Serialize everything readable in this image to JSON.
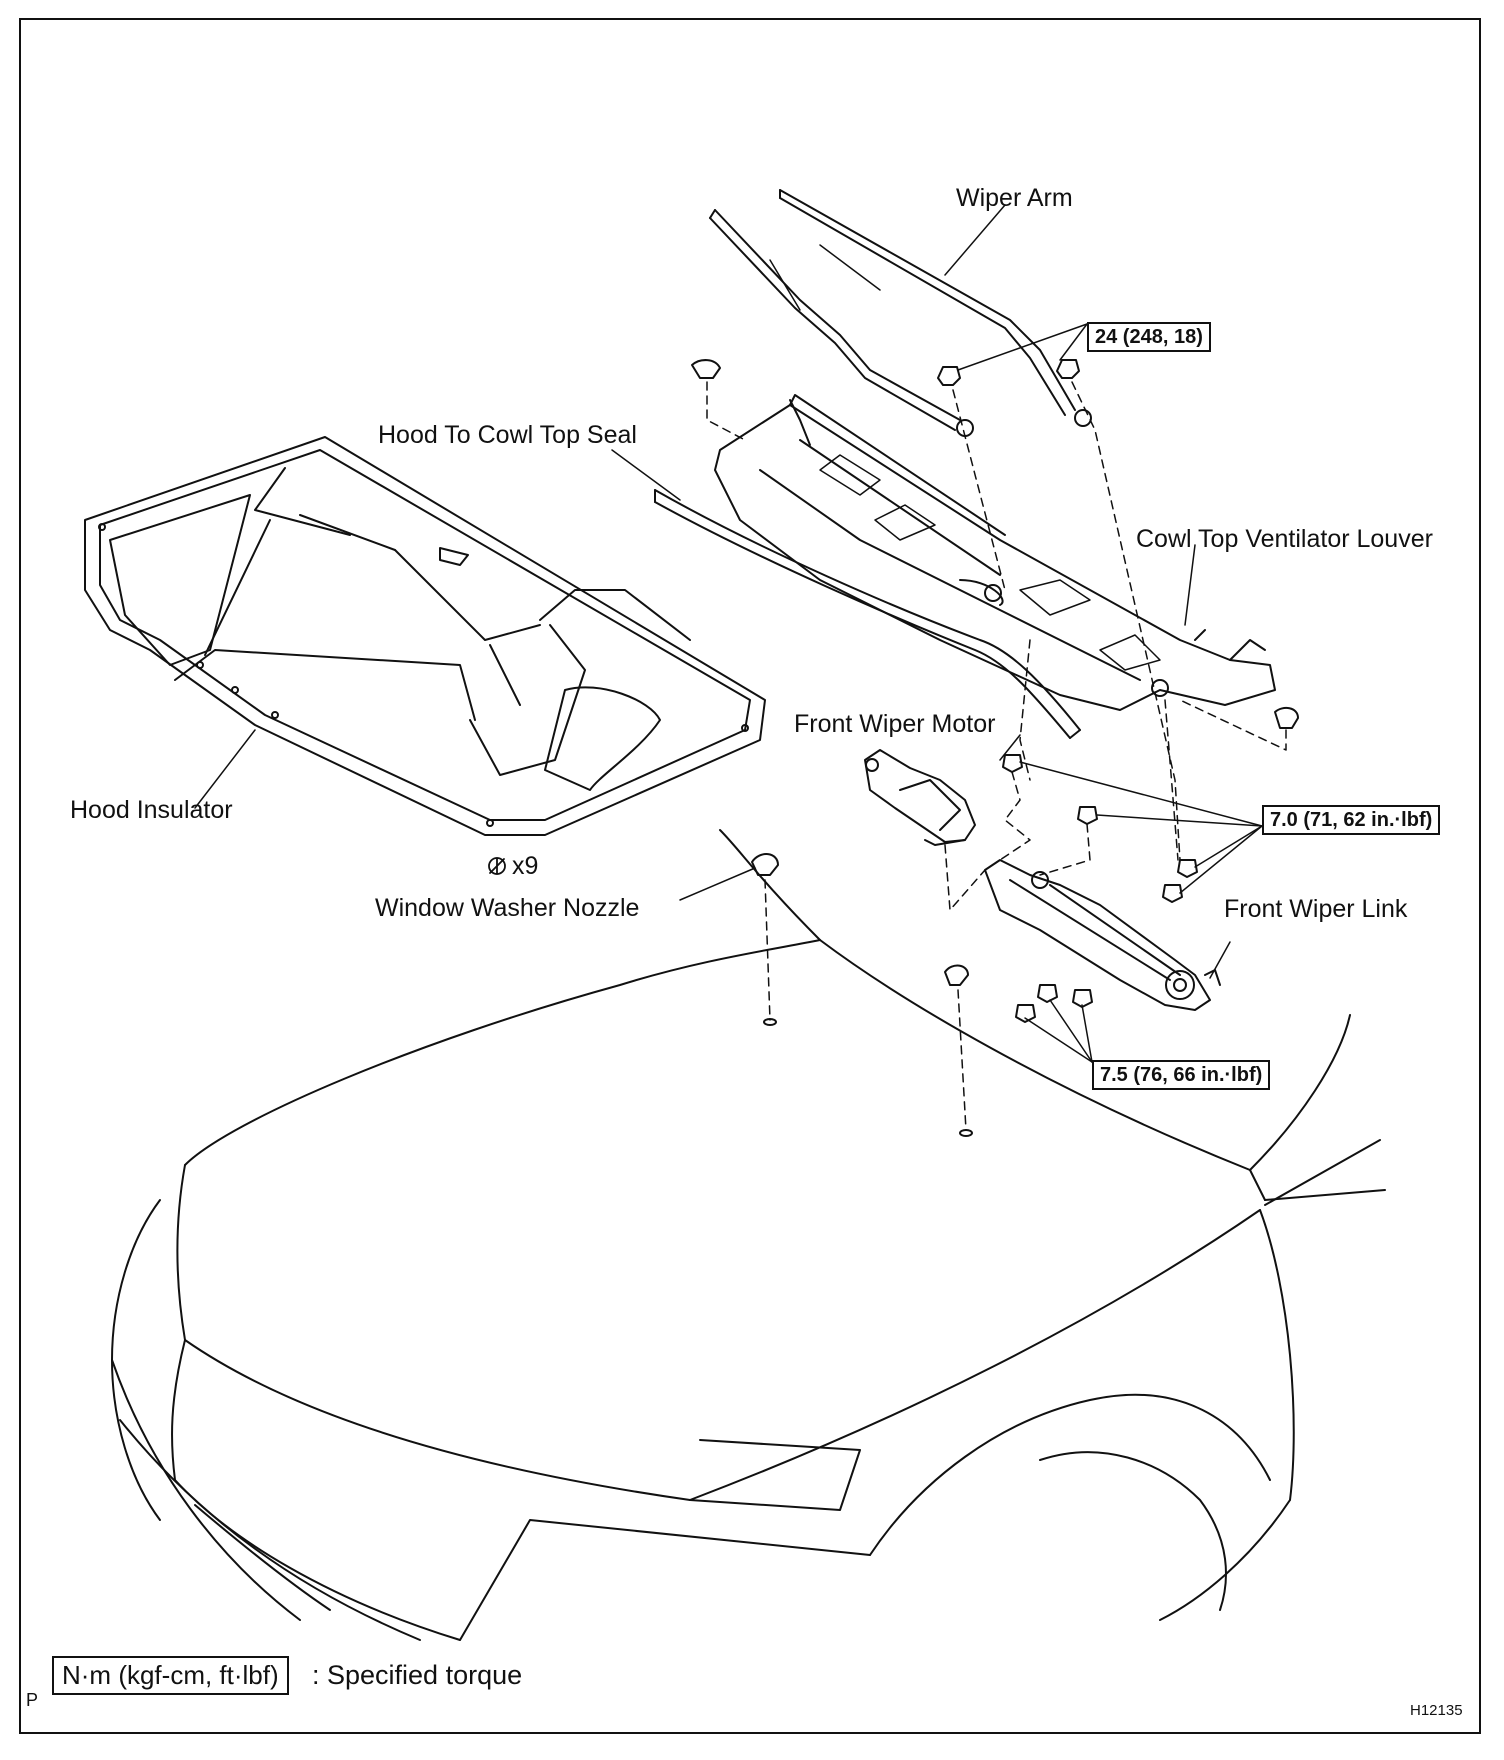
{
  "labels": {
    "wiper_arm": "Wiper Arm",
    "hood_to_cowl_top_seal": "Hood To Cowl Top Seal",
    "cowl_top_ventilator_louver": "Cowl Top Ventilator Louver",
    "front_wiper_motor": "Front Wiper Motor",
    "hood_insulator": "Hood Insulator",
    "clip_count": "x9",
    "window_washer_nozzle": "Window Washer Nozzle",
    "front_wiper_link": "Front Wiper Link"
  },
  "torques": {
    "wiper_arm_nut": "24 (248, 18)",
    "link_bolts": "7.0 (71, 62 in.·lbf)",
    "motor_bolts": "7.5 (76, 66 in.·lbf)"
  },
  "legend": {
    "unit_box": "N·m (kgf-cm, ft·lbf)",
    "text": ": Specified torque"
  },
  "corner_left": "P",
  "figure_code": "H12135"
}
